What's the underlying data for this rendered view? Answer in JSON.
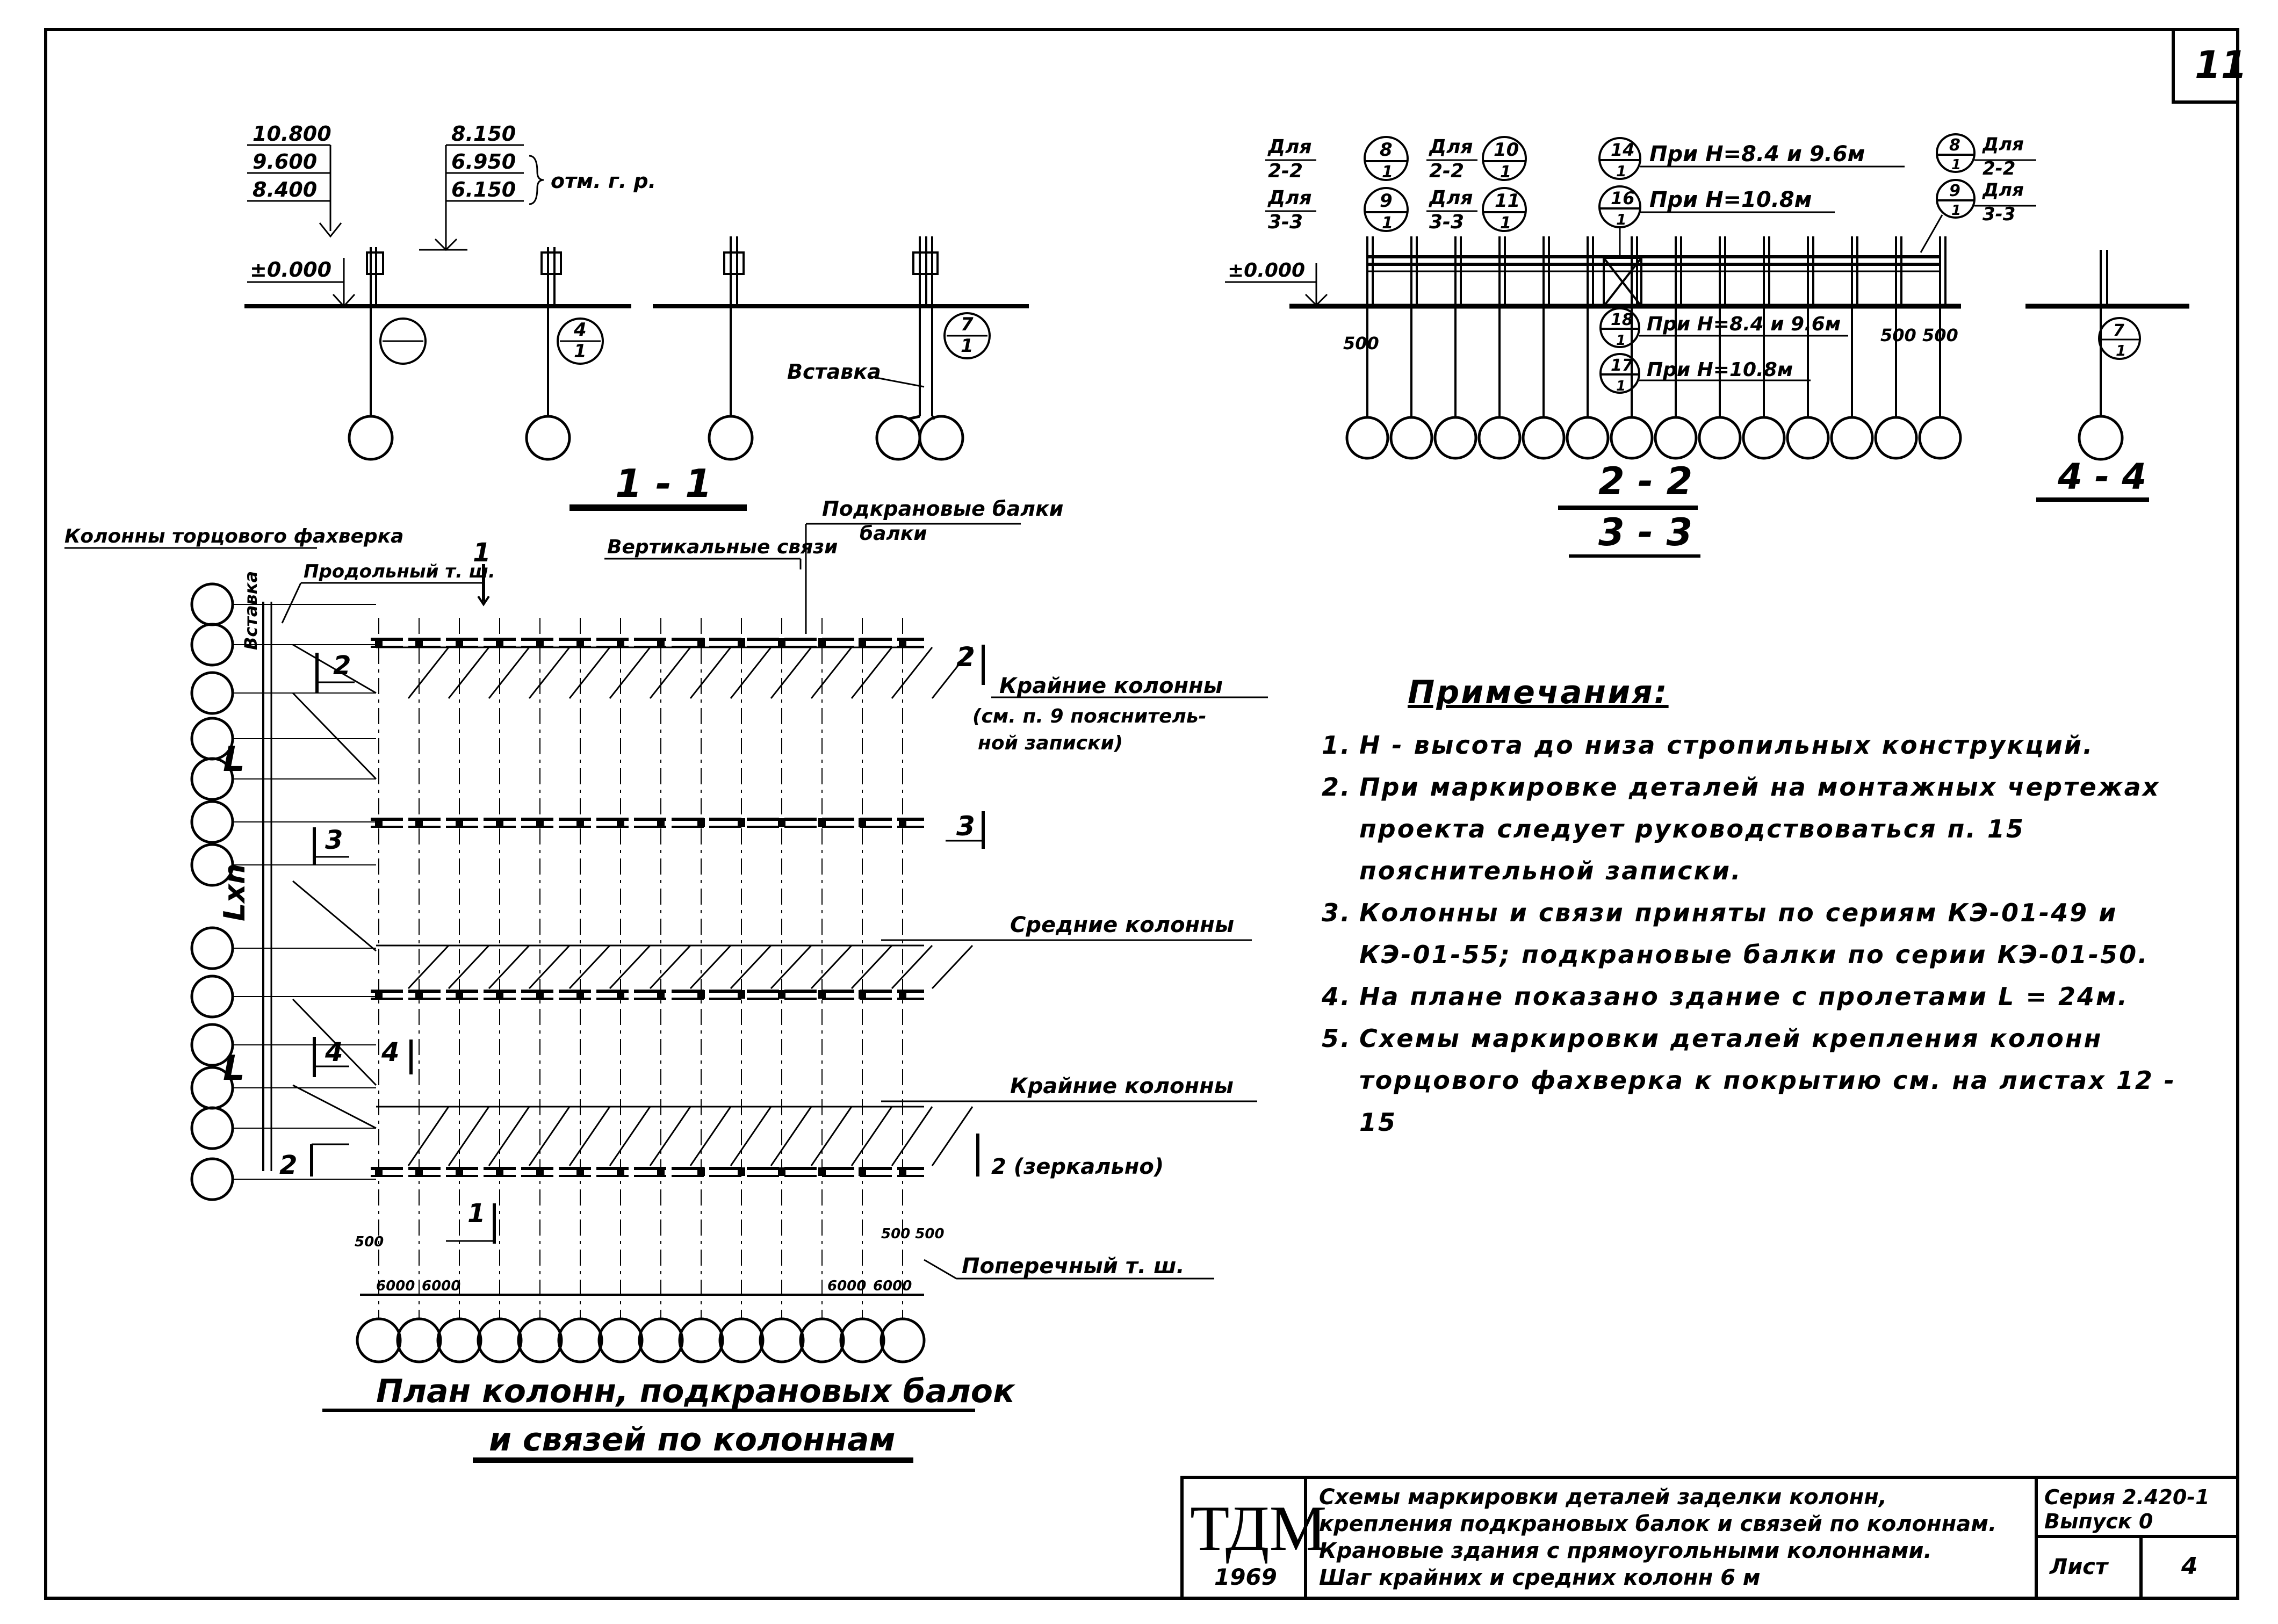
{
  "sheet_number": "11",
  "section_1_1": {
    "title": "1 - 1",
    "elevations_left": [
      "10.800",
      "9.600",
      "8.400"
    ],
    "elevations_right": [
      "8.150",
      "6.950",
      "6.150"
    ],
    "elevation_note": "отм. г. р.",
    "zero_level": "±0.000",
    "insert_label": "Вставка",
    "bubbles": [
      {
        "top": "",
        "bottom": ""
      },
      {
        "top": "4",
        "bottom": "1"
      },
      {
        "top": "7",
        "bottom": "1"
      }
    ]
  },
  "section_2_2": {
    "title_top": "2 - 2",
    "title_bottom": "3 - 3",
    "zero_level": "±0.000",
    "for_labels": [
      "Для",
      "2-2",
      "Для",
      "3-3",
      "Для",
      "2-2",
      "Для",
      "3-3"
    ],
    "bubbles_left": [
      {
        "top": "8",
        "bottom": "1"
      },
      {
        "top": "9",
        "bottom": "1"
      },
      {
        "top": "10",
        "bottom": "1"
      },
      {
        "top": "11",
        "bottom": "1"
      }
    ],
    "callouts_top": [
      {
        "top": "14",
        "bottom": "1",
        "text": "При H=8.4 и 9.6м"
      },
      {
        "top": "16",
        "bottom": "1",
        "text": "При H=10.8м"
      }
    ],
    "callouts_bottom": [
      {
        "top": "18",
        "bottom": "1",
        "text": "При H=8.4 и 9.6м"
      },
      {
        "top": "17",
        "bottom": "1",
        "text": "При H=10.8м"
      }
    ],
    "bubbles_right": [
      {
        "top": "8",
        "bottom": "1",
        "label1": "Для",
        "label2": "2-2"
      },
      {
        "top": "9",
        "bottom": "1",
        "label1": "Для",
        "label2": "3-3"
      }
    ],
    "dim_left": "500",
    "dim_right": "500 500"
  },
  "section_4_4": {
    "title": "4 - 4",
    "bubble": {
      "top": "7",
      "bottom": "1"
    }
  },
  "plan": {
    "title_line1": "План колонн, подкрановых балок",
    "title_line2": "и связей по колоннам",
    "label_end_columns": "Колонны торцового фахверка",
    "label_longitudinal": "Продольный т. ш.",
    "label_vertical_braces": "Вертикальные связи",
    "label_crane_beams": "Подкрановые балки",
    "label_insert": "Вставка",
    "label_extreme_1": "Крайние колонны",
    "label_extreme_note": "(см. п. 9 пояснитель- ной записки)",
    "label_middle": "Средние колонны",
    "label_extreme_2": "Крайние колонны",
    "label_mirror": "2 (зеркально)",
    "label_transverse": "Поперечный т. ш.",
    "dim_L": "L",
    "dim_Lxn": "Lхn",
    "sec_marks": [
      "1",
      "2",
      "3",
      "2",
      "3",
      "4",
      "4",
      "2",
      "1"
    ],
    "dims_bottom": [
      "6000",
      "6000",
      "6000",
      "6000"
    ],
    "dim_500_left": "500",
    "dim_500_right": "500 500"
  },
  "notes": {
    "title": "Примечания:",
    "items": [
      {
        "num": "1.",
        "text": "H - высота до низа стропильных конструкций."
      },
      {
        "num": "2.",
        "text": "При маркировке деталей на монтажных чертежах проекта следует руководствоваться п. 15 пояснительной записки."
      },
      {
        "num": "3.",
        "text": "Колонны и связи приняты по сериям КЭ-01-49 и КЭ-01-55; подкрановые балки по серии КЭ-01-50."
      },
      {
        "num": "4.",
        "text": "На плане показано здание с пролетами L = 24м."
      },
      {
        "num": "5.",
        "text": "Схемы маркировки деталей крепления колонн торцового фахверка к покрытию см. на листах 12 - 15"
      }
    ]
  },
  "title_block": {
    "logo": "ТДМ",
    "year": "1969",
    "description_lines": [
      "Схемы маркировки деталей заделки колонн,",
      "крепления подкрановых балок и связей по колоннам.",
      "Крановые здания с прямоугольными колоннами.",
      "Шаг крайних и средних колонн 6 м"
    ],
    "series": "Серия 2.420-1",
    "issue": "Выпуск 0",
    "sheet_label": "Лист",
    "sheet_value": "4"
  }
}
